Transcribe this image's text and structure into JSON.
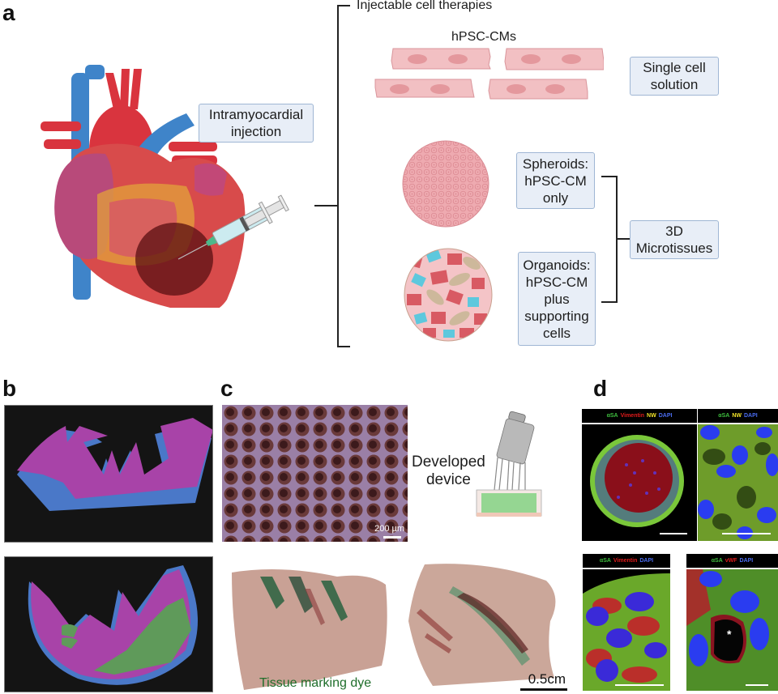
{
  "panels": {
    "a": {
      "letter": "a",
      "injection_label": [
        "Intramyocardial",
        "injection"
      ],
      "bracket_title": "Injectable cell therapies",
      "cell_group_label": "hPSC-CMs",
      "single_cell_label": [
        "Single cell",
        "solution"
      ],
      "spheroids_label": [
        "Spheroids:",
        "hPSC-CM",
        "only"
      ],
      "organoids_label": [
        "Organoids:",
        "hPSC-CM",
        "plus",
        "supporting",
        "cells"
      ],
      "microtissues_label": [
        "3D",
        "Microtissues"
      ]
    },
    "b": {
      "letter": "b"
    },
    "c": {
      "letter": "c",
      "scale_bar_micro": "200 µm",
      "device_label": [
        "Developed",
        "device"
      ],
      "dye_label": "Tissue marking dye",
      "scale_bar_macro": "0.5cm"
    },
    "d": {
      "letter": "d",
      "images": [
        {
          "stains": [
            {
              "text": "αSA",
              "color": "#3fbf3f"
            },
            {
              "text": "Vimentin",
              "color": "#e01b1b"
            },
            {
              "text": "NW",
              "color": "#f2e32a"
            },
            {
              "text": "DAPI",
              "color": "#4a6cf0"
            }
          ]
        },
        {
          "stains": [
            {
              "text": "αSA",
              "color": "#3fbf3f"
            },
            {
              "text": "NW",
              "color": "#f2e32a"
            },
            {
              "text": "DAPI",
              "color": "#4a6cf0"
            }
          ]
        },
        {
          "stains": [
            {
              "text": "αSA",
              "color": "#3fbf3f"
            },
            {
              "text": "Vimentin",
              "color": "#e01b1b"
            },
            {
              "text": "DAPI",
              "color": "#4a6cf0"
            }
          ]
        },
        {
          "stains": [
            {
              "text": "αSA",
              "color": "#3fbf3f"
            },
            {
              "text": "vWF",
              "color": "#e01b1b"
            },
            {
              "text": "DAPI",
              "color": "#4a6cf0"
            }
          ]
        }
      ],
      "asterisk": "*"
    }
  },
  "colors": {
    "label_box_fill": "#e8eef7",
    "label_box_border": "#9fb6d4",
    "cardiomyocyte_pink": "#f0b8bc",
    "seg_magenta": "#a843a8",
    "seg_blue": "#4a78c8",
    "seg_green": "#5f9a5a",
    "dye_green": "#1f6e2b"
  }
}
